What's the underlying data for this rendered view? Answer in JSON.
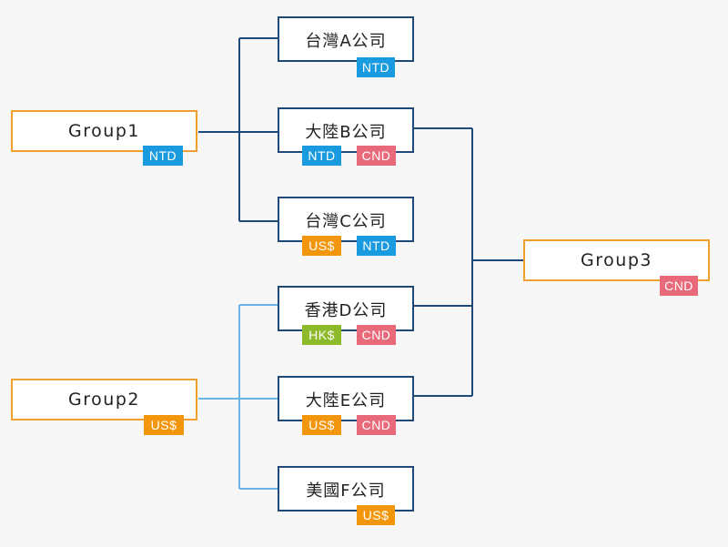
{
  "colors": {
    "NTD": "#1a9be0",
    "CND": "#e86a7a",
    "US$": "#f2960e",
    "HK$": "#8dba2a",
    "group_border": "#f0a030",
    "company_border": "#1d4a78",
    "line_dark": "#1d4a78",
    "line_light": "#6ab4e8"
  },
  "groups": {
    "g1": {
      "label": "Group1",
      "currencies": [
        "NTD"
      ]
    },
    "g2": {
      "label": "Group2",
      "currencies": [
        "US$"
      ]
    },
    "g3": {
      "label": "Group3",
      "currencies": [
        "CND"
      ]
    }
  },
  "companies": {
    "a": {
      "label": "台灣A公司",
      "currencies": [
        "NTD"
      ]
    },
    "b": {
      "label": "大陸B公司",
      "currencies": [
        "NTD",
        "CND"
      ]
    },
    "c": {
      "label": "台灣C公司",
      "currencies": [
        "US$",
        "NTD"
      ]
    },
    "d": {
      "label": "香港D公司",
      "currencies": [
        "HK$",
        "CND"
      ]
    },
    "e": {
      "label": "大陸E公司",
      "currencies": [
        "US$",
        "CND"
      ]
    },
    "f": {
      "label": "美國F公司",
      "currencies": [
        "US$"
      ]
    }
  }
}
